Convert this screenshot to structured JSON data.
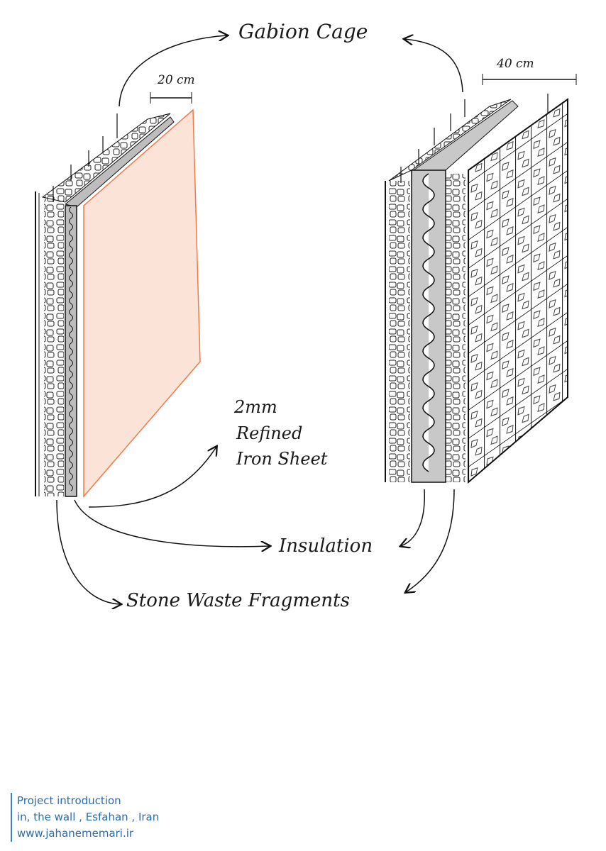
{
  "labels": {
    "gabion_cage": "Gabion Cage",
    "dim_left": "20 cm",
    "dim_right": "40 cm",
    "sheet_line1": "2mm",
    "sheet_line2": "Refined",
    "sheet_line3": "Iron Sheet",
    "insulation": "Insulation",
    "stone": "Stone Waste Fragments"
  },
  "footer": {
    "line1": "Project introduction",
    "line2": "in, the wall , Esfahan , Iran",
    "line3": "www.jahanememari.ir"
  },
  "colors": {
    "sheet_fill": "#fbe3d8",
    "sheet_edge": "#f07a4a",
    "insulation": "#c8c8c8",
    "footer": "#2a6db0"
  }
}
